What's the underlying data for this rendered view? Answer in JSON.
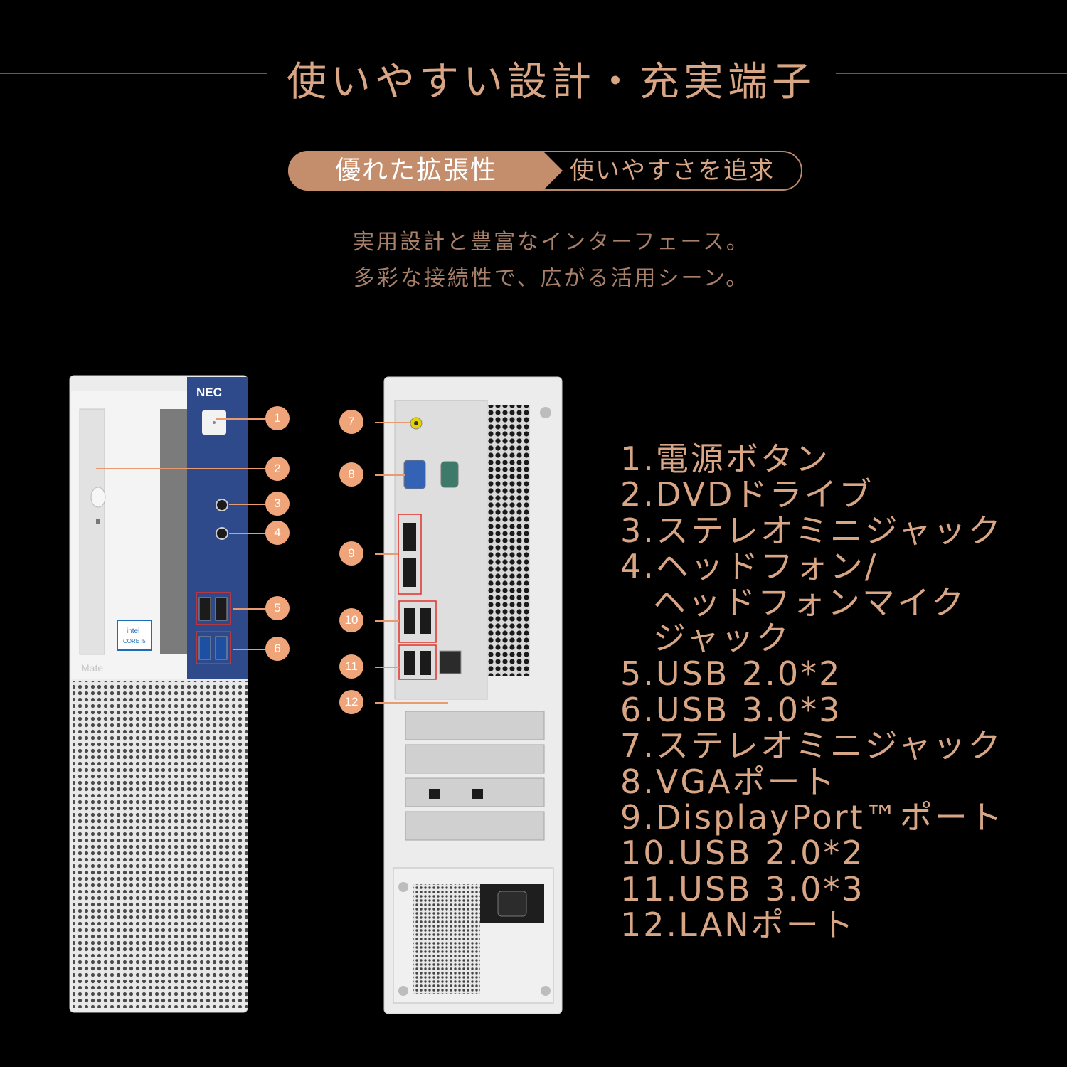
{
  "header": {
    "title": "使いやすい設計・充実端子",
    "tag_left": "優れた拡張性",
    "tag_right": "使いやすさを追求",
    "subtitle_line1": "実用設計と豊富なインターフェース。",
    "subtitle_line2": "多彩な接続性で、広がる活用シーン。"
  },
  "front_panel": {
    "brand": "NEC",
    "model": "Mate",
    "cpu_badge_line1": "intel",
    "cpu_badge_line2": "CORE i5",
    "callouts": [
      "1",
      "2",
      "3",
      "4",
      "5",
      "6"
    ]
  },
  "rear_panel": {
    "callouts": [
      "7",
      "8",
      "9",
      "10",
      "11",
      "12"
    ]
  },
  "legend": {
    "items": [
      "1.電源ボタン",
      "2.DVDドライブ",
      "3.ステレオミニジャック",
      "4.ヘッドフォン/",
      "ヘッドフォンマイク",
      "ジャック",
      "5.USB 2.0*2",
      "6.USB 3.0*3",
      "7.ステレオミニジャック",
      "8.VGAポート",
      "9.DisplayPort™ポート",
      "10.USB 2.0*2",
      "11.USB 3.0*3",
      "12.LANポート"
    ]
  },
  "colors": {
    "accent": "#c48d6c",
    "callout": "#f0a47a",
    "panel_blue": "#2f4a8a",
    "background": "#000000"
  }
}
